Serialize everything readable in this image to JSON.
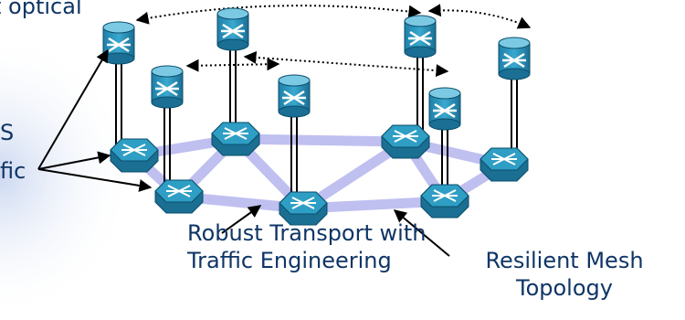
{
  "labels": {
    "optical_fragment": "t optical",
    "s_fragment": "S",
    "fic_fragment": "fic",
    "robust_line1": "Robust Transport with",
    "robust_line2": "Traffic Engineering",
    "resilient_line1": "Resilient Mesh",
    "resilient_line2": "Topology"
  },
  "colors": {
    "text": "#0f3566",
    "mesh_link": "#b4b4ee",
    "router_top": "#2f9ec4",
    "router_side": "#1a6f93",
    "switch_body": "#2b9ac2",
    "switch_top": "#7cc9e4",
    "arrow": "#000000",
    "background_fade": "#c9d6f0"
  },
  "icons": {
    "router": "router-icon",
    "optical_switch": "optical-switch-icon"
  }
}
